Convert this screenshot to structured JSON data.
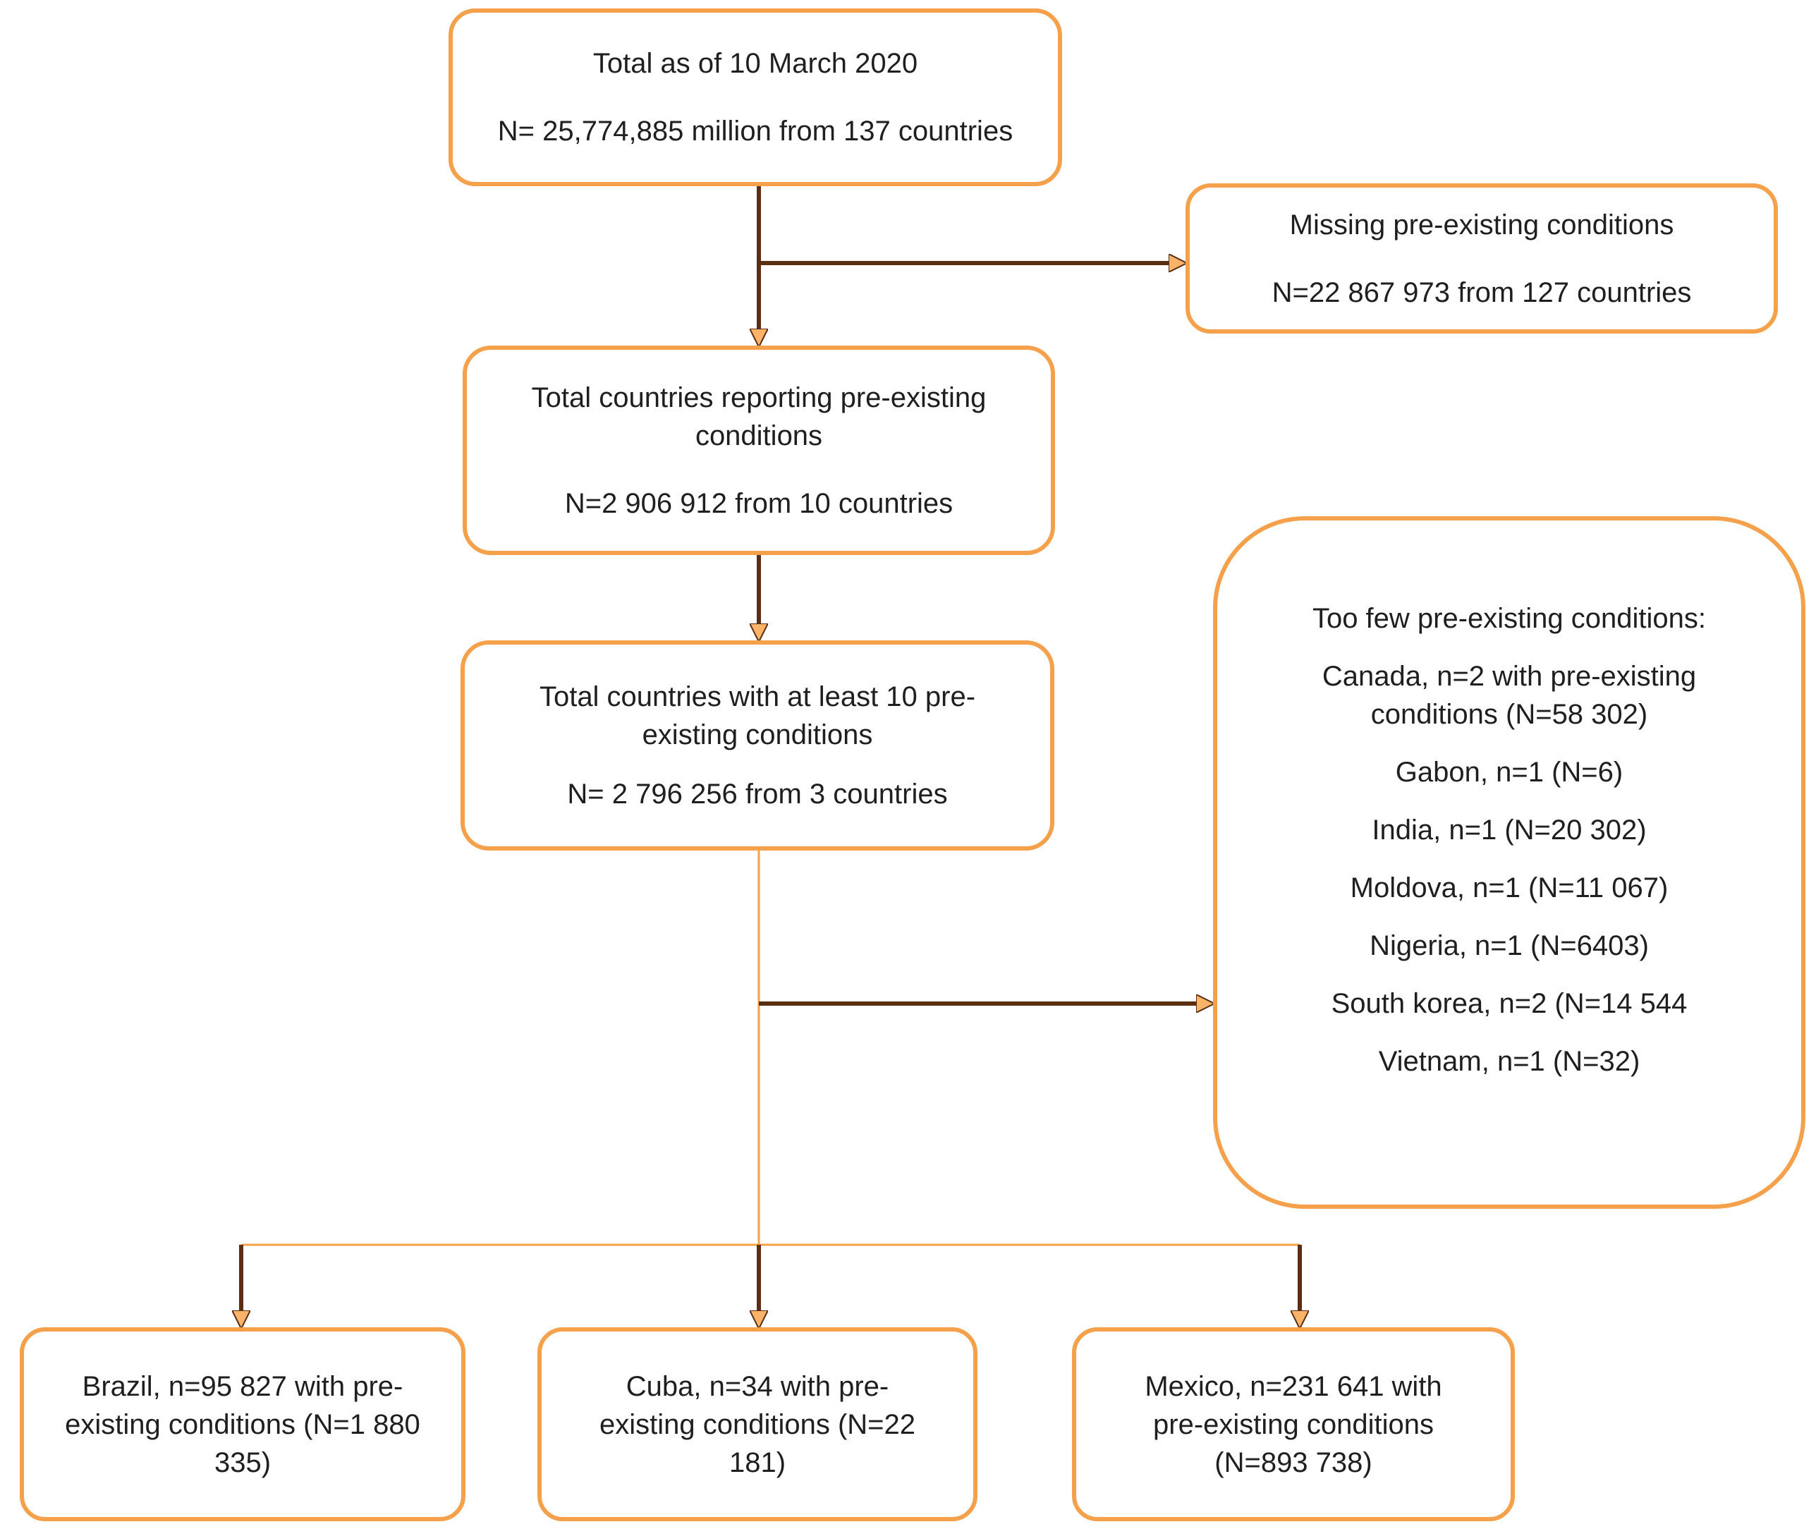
{
  "boxes": {
    "total": {
      "line1": "Total as of 10 March 2020",
      "line2": "N= 25,774,885 million from 137 countries"
    },
    "missing": {
      "line1": "Missing pre-existing conditions",
      "line2": "N=22 867 973 from 127 countries"
    },
    "reporting": {
      "line1": "Total countries reporting pre-existing conditions",
      "line2": "N=2 906 912 from 10 countries"
    },
    "atleast": {
      "line1": "Total countries with at least 10 pre-existing conditions",
      "line2": "N= 2 796 256 from 3 countries"
    },
    "toofew": {
      "heading": "Too few pre-existing conditions:",
      "items": [
        "Canada, n=2 with pre-existing conditions (N=58 302)",
        "Gabon, n=1 (N=6)",
        "India, n=1 (N=20 302)",
        "Moldova, n=1 (N=11 067)",
        "Nigeria, n=1 (N=6403)",
        "South korea, n=2 (N=14 544",
        "Vietnam, n=1 (N=32)"
      ]
    },
    "brazil": {
      "text": "Brazil, n=95 827 with pre-existing conditions (N=1 880 335)"
    },
    "cuba": {
      "text": "Cuba, n=34 with pre-existing conditions (N=22 181)"
    },
    "mexico": {
      "text": "Mexico, n=231 641 with pre-existing conditions (N=893 738)"
    }
  },
  "colors": {
    "box_border": "#f5a04a",
    "arrow": "#5a2e12",
    "arrowhead_fill": "#fbb36a",
    "thin_connector": "#f5a04a"
  }
}
